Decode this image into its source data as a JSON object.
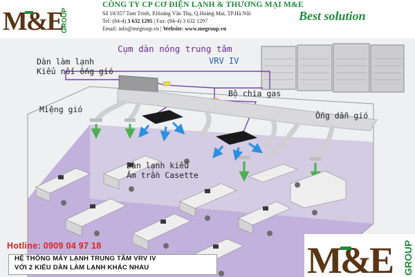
{
  "header": {
    "logo": {
      "letters": "M&E",
      "side_text": "GROUP"
    },
    "company_name": "CÔNG TY CP CƠ ĐIỆN LẠNH & THƯƠNG MẠI M&E",
    "address": "Số 10/357 Tam Trinh, P.Hoàng Văn Thụ, Q.Hoàng Mai, TP.Hà Nội",
    "tel_label": "Tel: (84-4) ",
    "tel_value": "3 632 1295",
    "fax_text": "  |  Fax: (84-4) 3 632 1297",
    "email_text": "Email: info@megroup.vn   |  ",
    "website_text": "Website: www.megroup.vn",
    "slogan": "Best solution"
  },
  "diagram": {
    "label_ducted_unit_line1": "Dàn làm lạnh",
    "label_ducted_unit_line2": "Kiểu nối ống gió",
    "label_outdoor_unit": "Cụm dàn nóng trung tâm",
    "label_vrv": "VRV IV",
    "label_gas_splitter": "Bộ chia gas",
    "label_air_outlet": "Miệng gió",
    "label_air_duct": "Ống dẫn gió",
    "label_cassette_line1": "Dàn lạnh kiểu",
    "label_cassette_line2": "Âm trần Casette"
  },
  "footer": {
    "hotline": "Hotline: 0909 04 97 18",
    "caption_line1": "HỆ THỐNG MÁY LẠNH TRUNG TÂM VRV IV",
    "caption_line2": "VỚI 2 KIỂU DÀN LÀM LẠNH KHÁC NHAU"
  },
  "colors": {
    "brand_brown": "#5a3515",
    "brand_green": "#1e8a3a",
    "floor_purple": "#b8a6d8",
    "hotline_red": "#e02020",
    "refrigerant_pipe": "#7a3fb0",
    "airflow_green": "#4caf50",
    "airflow_blue": "#2f8fe0"
  }
}
